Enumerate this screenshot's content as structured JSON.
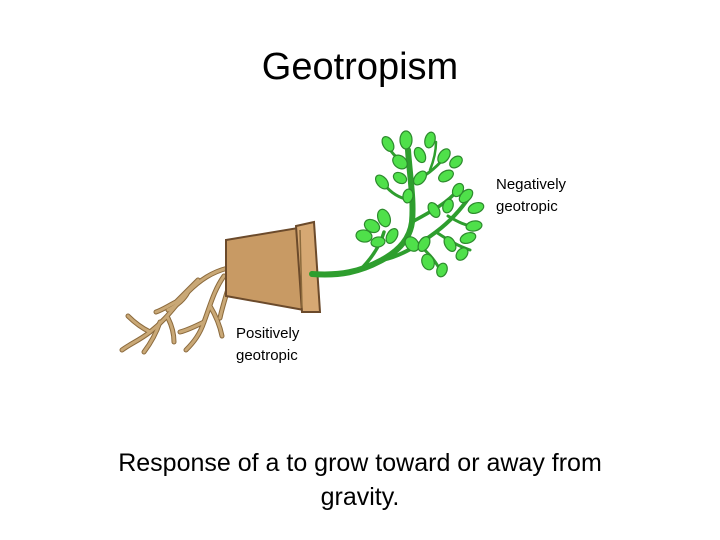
{
  "slide": {
    "title": "Geotropism",
    "labels": {
      "negative": {
        "line1": "Negatively",
        "line2": "geotropic"
      },
      "positive": {
        "line1": "Positively",
        "line2": "geotropic"
      }
    },
    "caption": {
      "line1": "Response of a to grow toward or away from",
      "line2": "gravity."
    }
  },
  "colors": {
    "pot": "#c89a64",
    "pot_rim": "#d6a873",
    "pot_outline": "#6b4a2b",
    "stem": "#2e9e2e",
    "leaf": "#4fe04a",
    "leaf_outline": "#2d8a2d",
    "root": "#c9a876",
    "root_outline": "#8b6a3d"
  }
}
